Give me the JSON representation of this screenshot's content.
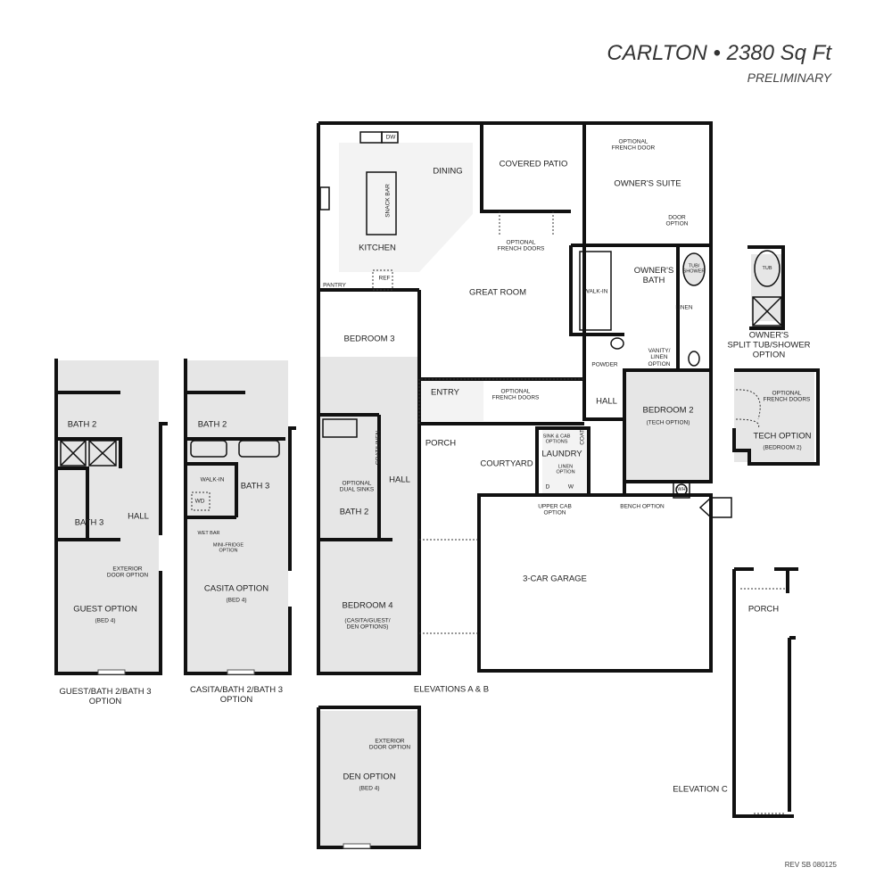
{
  "header": {
    "title": "CARLTON • 2380 Sq Ft",
    "subtitle": "PRELIMINARY"
  },
  "footer": {
    "revision": "REV SB 080125"
  },
  "main_plan": {
    "caption": "ELEVATIONS A & B",
    "rooms": {
      "kitchen": "KITCHEN",
      "dining": "DINING",
      "snack_bar": "SNACK BAR",
      "dw": "DW",
      "pantry": "PANTRY",
      "ref": "REF",
      "covered_patio": "COVERED PATIO",
      "owners_suite": "OWNER'S SUITE",
      "optional_french_door": "OPTIONAL\nFRENCH DOOR",
      "door_option": "DOOR\nOPTION",
      "optional_french_doors_patio": "OPTIONAL\nFRENCH DOORS",
      "great_room": "GREAT ROOM",
      "walk_in": "WALK-IN",
      "owners_bath": "OWNER'S\nBATH",
      "tub_shower": "TUB/\nSHOWER",
      "linen": "LINEN",
      "vanity_linen_option": "VANITY/\nLINEN\nOPTION",
      "powder": "POWDER",
      "bedroom_3": "BEDROOM 3",
      "entry": "ENTRY",
      "optional_french_doors_entry": "OPTIONAL\nFRENCH DOORS",
      "hall_right": "HALL",
      "bedroom_2": "BEDROOM 2",
      "bedroom_2_sub": "(TECH OPTION)",
      "porch": "PORCH",
      "courtyard": "COURTYARD",
      "coat": "COAT",
      "sink_cab_options": "SINK & CAB\nOPTIONS",
      "laundry": "LAUNDRY",
      "linen_option": "LINEN\nOPTION",
      "dryer": "D",
      "washer": "W",
      "upper_cab_option": "UPPER CAB\nOPTION",
      "bench_option": "BENCH OPTION",
      "wh": "WH",
      "coat_linen": "COAT/LINEN",
      "optional_dual_sinks": "OPTIONAL\nDUAL SINKS",
      "bath_2": "BATH 2",
      "hall_left": "HALL",
      "bedroom_4": "BEDROOM 4",
      "bedroom_4_sub": "(CASITA/GUEST/\nDEN OPTIONS)",
      "garage": "3-CAR GARAGE"
    }
  },
  "options": {
    "guest": {
      "caption": "GUEST/BATH 2/BATH 3\nOPTION",
      "bath_2": "BATH 2",
      "bath_3": "BATH 3",
      "hall": "HALL",
      "exterior_door": "EXTERIOR\nDOOR OPTION",
      "room": "GUEST OPTION",
      "room_sub": "(BED 4)"
    },
    "casita": {
      "caption": "CASITA/BATH 2/BATH 3\nOPTION",
      "bath_2": "BATH 2",
      "bath_3": "BATH 3",
      "walk_in": "WALK-IN",
      "wd": "WD",
      "wet_bar": "WET BAR",
      "mini_fridge": "MINI-FRIDGE\nOPTION",
      "room": "CASITA OPTION",
      "room_sub": "(BED 4)"
    },
    "den": {
      "exterior_door": "EXTERIOR\nDOOR OPTION",
      "room": "DEN OPTION",
      "room_sub": "(BED 4)"
    },
    "split_tub": {
      "caption": "OWNER'S\nSPLIT TUB/SHOWER\nOPTION",
      "tub": "TUB"
    },
    "tech": {
      "french_doors": "OPTIONAL\nFRENCH DOORS",
      "room": "TECH OPTION",
      "room_sub": "(BEDROOM 2)"
    },
    "elevation_c": {
      "caption": "ELEVATION C",
      "porch": "PORCH"
    }
  }
}
